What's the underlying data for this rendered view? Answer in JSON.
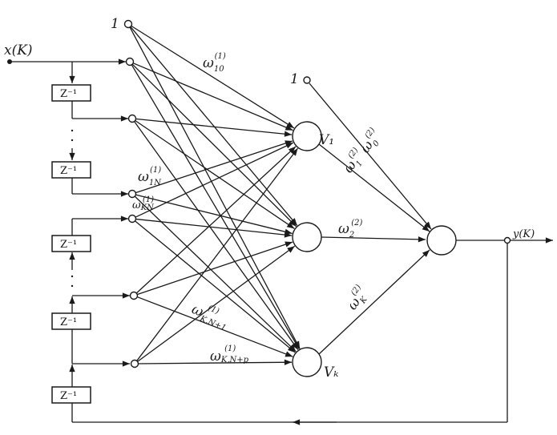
{
  "input": {
    "label": "x(K)"
  },
  "output": {
    "label": "y(K)"
  },
  "bias_inputs": [
    "1",
    "1"
  ],
  "delay_label": "Z⁻¹",
  "hidden": {
    "first": "V₁",
    "last": "Vₖ"
  },
  "weights": {
    "w10": {
      "base": "ω",
      "sub": "10",
      "sup": "(1)"
    },
    "w1N": {
      "base": "ω",
      "sub": "1N",
      "sup": "(1)"
    },
    "wKN": {
      "base": "ω",
      "sub": "KN",
      "sup": "(1)"
    },
    "wKN1": {
      "base": "ω",
      "sub": "K,N+1",
      "sup": "(1)"
    },
    "wKNp": {
      "base": "ω",
      "sub": "K,N+p",
      "sup": "(1)"
    },
    "w0_2": {
      "base": "ω",
      "sub": "0",
      "sup": "(2)"
    },
    "w1_2": {
      "base": "ω",
      "sub": "1",
      "sup": "(2)"
    },
    "w2_2": {
      "base": "ω",
      "sub": "2",
      "sup": "(2)"
    },
    "wK_2": {
      "base": "ω",
      "sub": "K",
      "sup": "(2)"
    }
  }
}
